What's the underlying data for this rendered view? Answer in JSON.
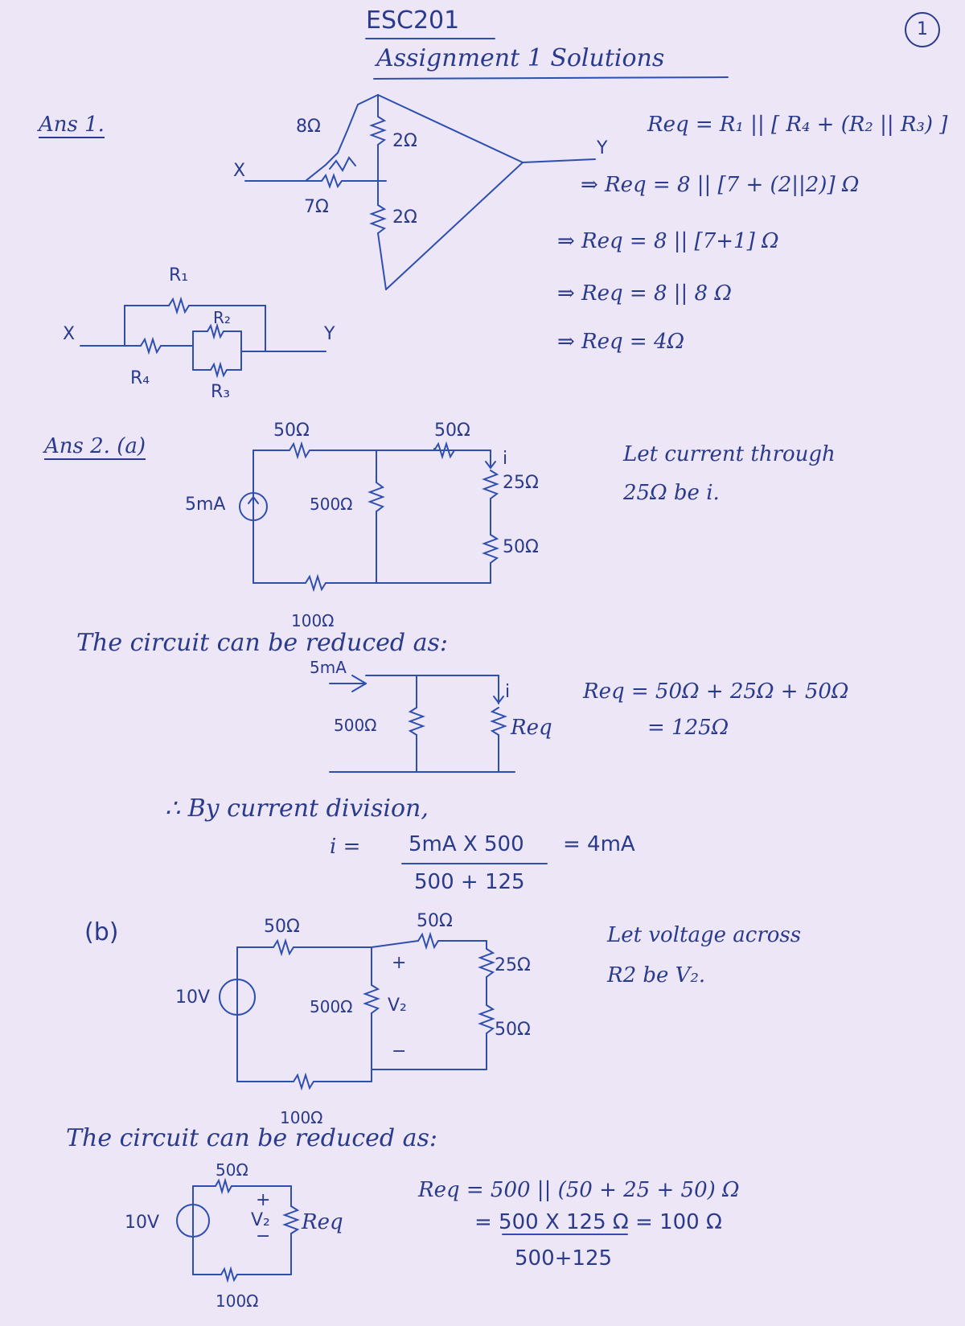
{
  "header": {
    "course": "ESC201",
    "title": "Assignment 1 Solutions",
    "page": "1"
  },
  "ans1": {
    "heading": "Ans 1.",
    "labels": {
      "r_8": "8Ω",
      "r_2_top": "2Ω",
      "x": "X",
      "r_7": "7Ω",
      "r_2_bottom": "2Ω",
      "y": "Y"
    },
    "equiv_labels": {
      "r1": "R₁",
      "r2": "R₂",
      "x": "X",
      "y": "Y",
      "r4": "R₄",
      "r3": "R₃"
    },
    "equations": [
      "Req = R₁ || [ R₄ + (R₂ || R₃) ]",
      "⇒ Req = 8 || [7 + (2||2)] Ω",
      "⇒ Req = 8 || [7+1] Ω",
      "⇒ Req = 8 || 8 Ω",
      "⇒ Req = 4Ω"
    ]
  },
  "ans2a": {
    "heading": "Ans 2. (a)",
    "labels": {
      "r_50_left": "50Ω",
      "r_50_right": "50Ω",
      "i": "i",
      "source": "5mA",
      "r_500": "500Ω",
      "r_25": "25Ω",
      "r_50_bottom": "50Ω",
      "r_100": "100Ω"
    },
    "note": [
      "Let current through",
      "25Ω be i."
    ],
    "reduced_text": "The circuit can be reduced as:",
    "reduced_labels": {
      "source": "5mA",
      "i": "i",
      "r_500": "500Ω",
      "req": "Req"
    },
    "req_calc": [
      "Req = 50Ω + 25Ω + 50Ω",
      "= 125Ω"
    ],
    "division_text": "∴ By current division,",
    "result": {
      "lhs": "i =",
      "numerator": "5mA X 500",
      "denominator": "500 + 125",
      "value": "= 4mA"
    }
  },
  "ans2b": {
    "heading": "(b)",
    "labels": {
      "r_50_left": "50Ω",
      "r_50_right": "50Ω",
      "plus": "+",
      "r_25": "25Ω",
      "source": "10V",
      "r_500": "500Ω",
      "v2": "V₂",
      "r_50_bottom": "50Ω",
      "minus": "−",
      "r_100": "100Ω"
    },
    "note": [
      "Let voltage across",
      "R2 be V₂."
    ],
    "reduced_text": "The circuit can be reduced as:",
    "reduced_labels": {
      "r_50": "50Ω",
      "plus": "+",
      "source": "10V",
      "v2": "V₂",
      "req": "Req",
      "minus": "−",
      "r_100": "100Ω"
    },
    "req_calc": [
      "Req = 500 || (50 + 25 + 50) Ω",
      "= 500 X 125 Ω = 100 Ω",
      "500+125"
    ]
  }
}
